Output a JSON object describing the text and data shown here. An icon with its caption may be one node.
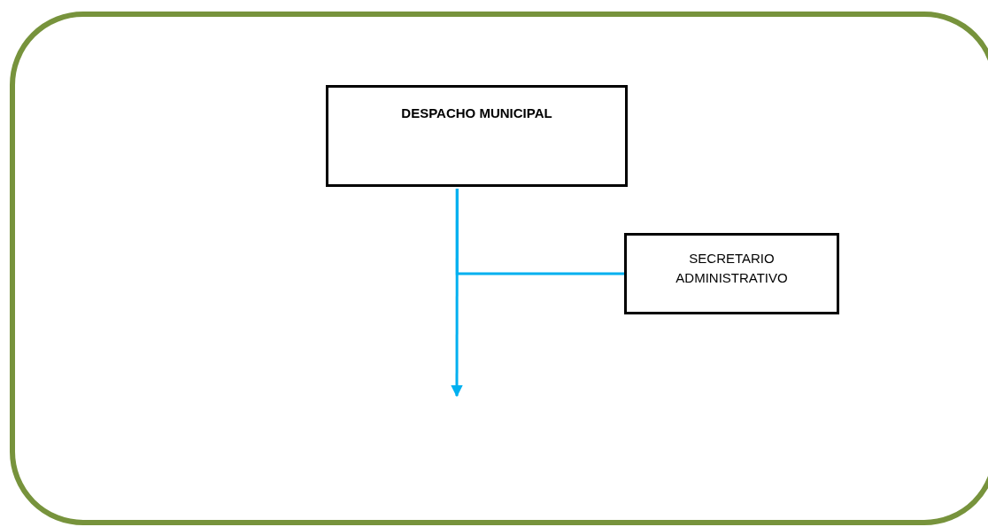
{
  "diagram": {
    "nodes": [
      {
        "text": [
          "DESPACHO MUNICIPAL"
        ]
      },
      {
        "text": [
          "SECRETARIO ADMINISTRATIVO"
        ]
      }
    ],
    "edges": [
      {
        "from": 0,
        "to": null,
        "arrow": "to"
      },
      {
        "from": 0,
        "to": 1,
        "arrow": "none"
      }
    ]
  }
}
